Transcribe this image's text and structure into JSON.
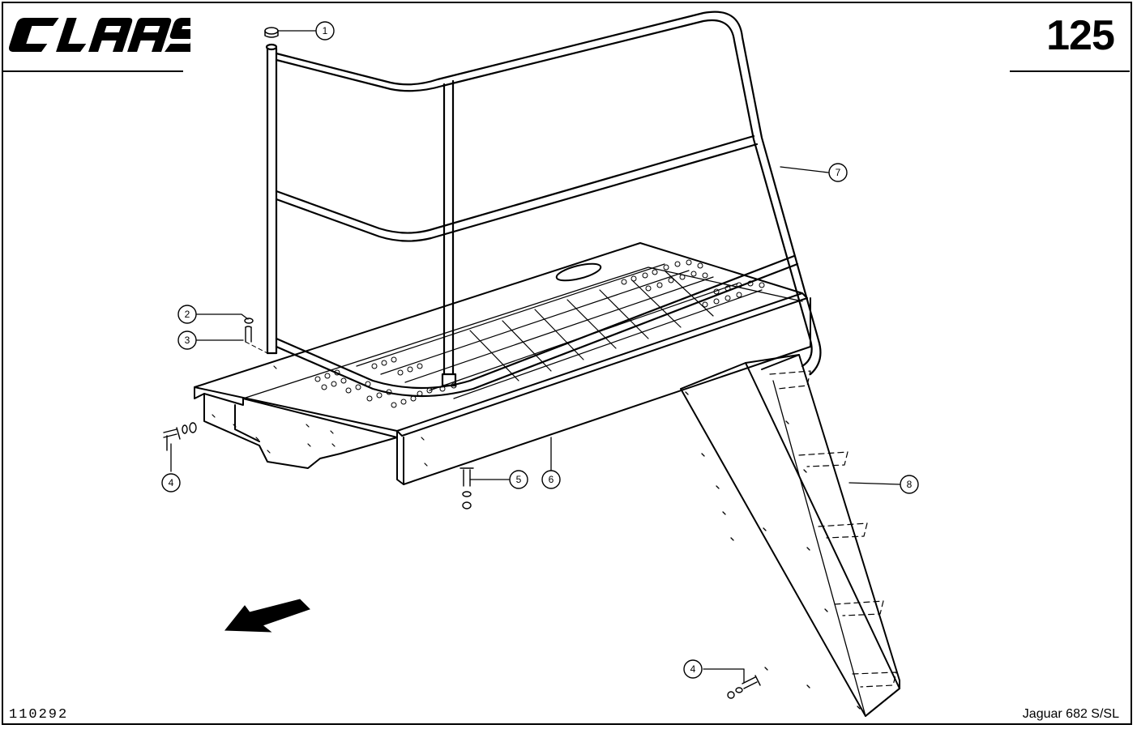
{
  "header": {
    "brand": "CLAAS",
    "page_number": "125"
  },
  "footer": {
    "document_code": "110292",
    "model": "Jaguar 682 S/SL"
  },
  "callouts": [
    "1",
    "2",
    "3",
    "4",
    "5",
    "6",
    "7",
    "8",
    "4"
  ],
  "icons": {
    "brand_logo": "claas-logo",
    "direction": "direction-arrow-icon"
  }
}
